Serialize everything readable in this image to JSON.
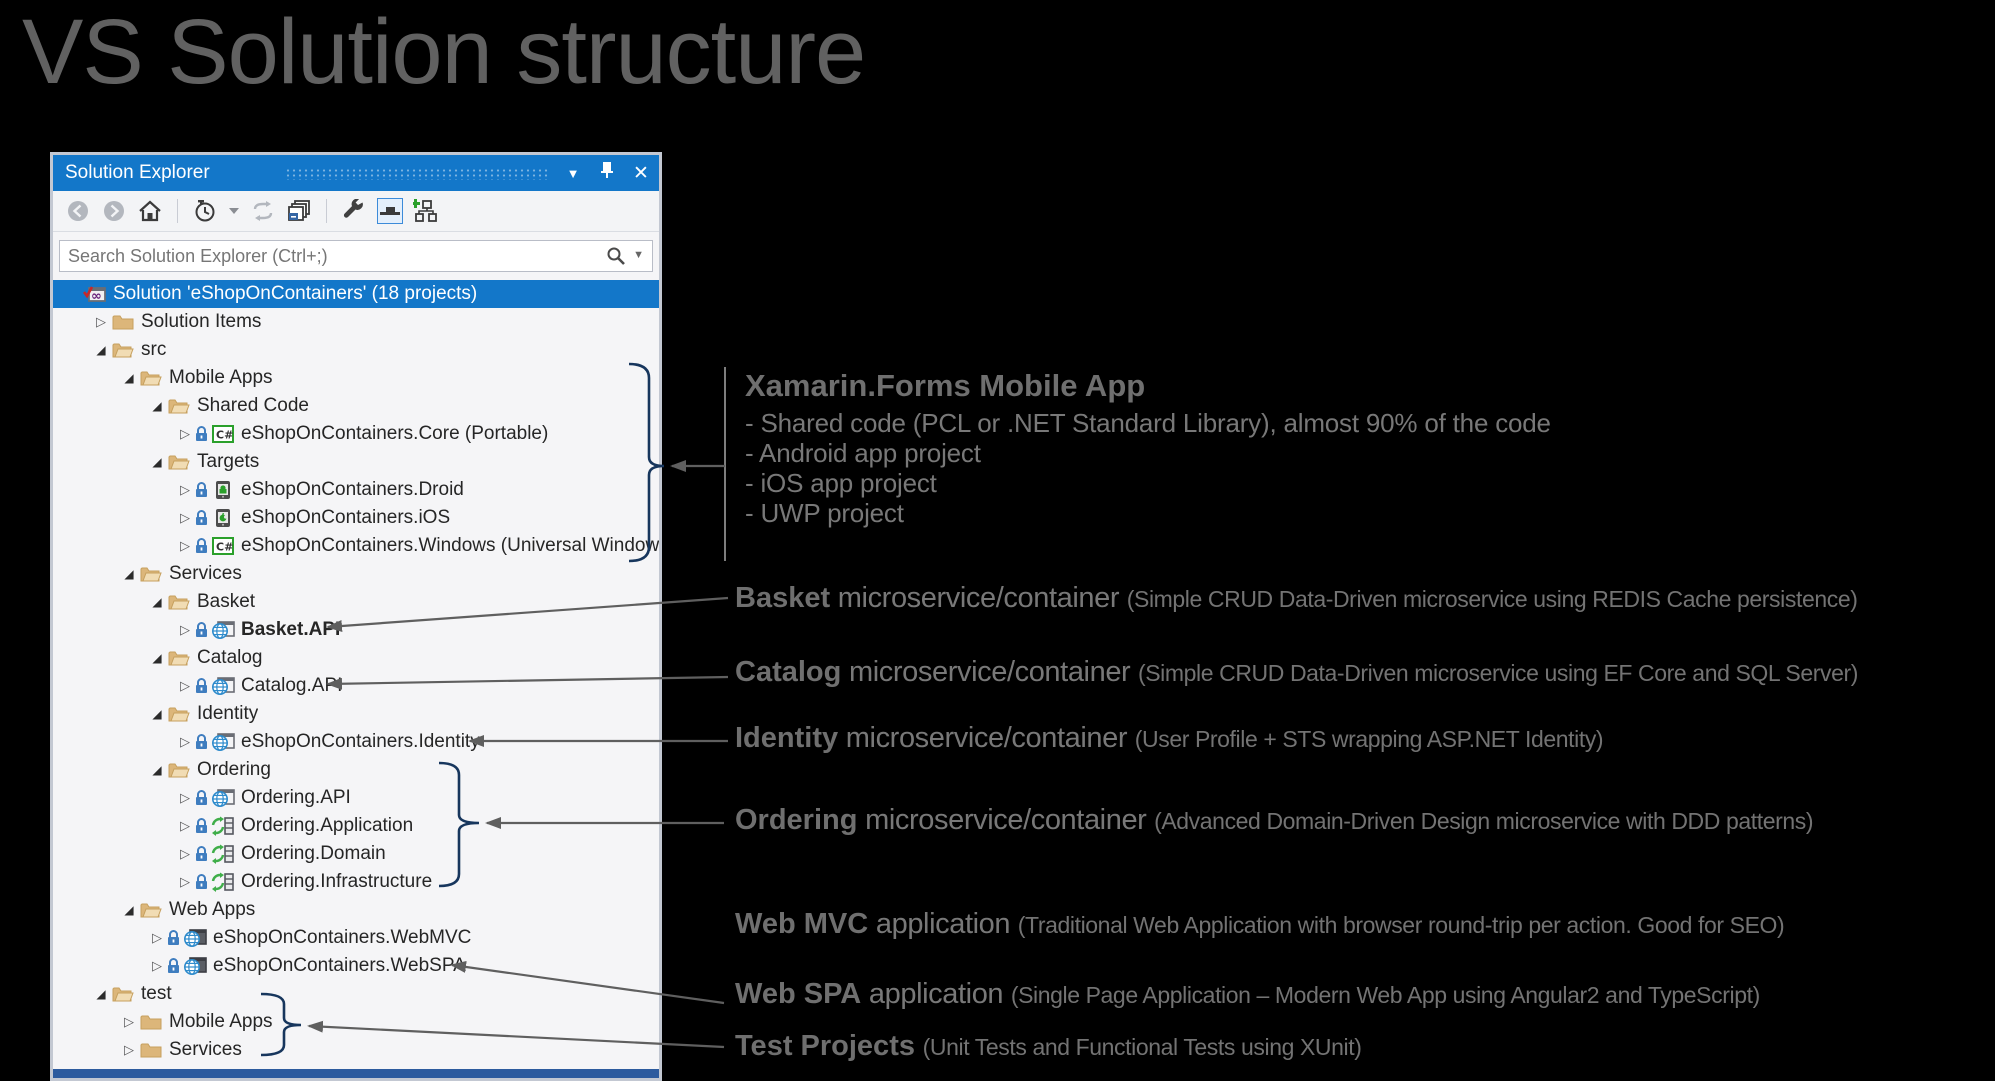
{
  "page": {
    "title": "VS Solution structure"
  },
  "panel": {
    "title": "Solution Explorer",
    "titlebar_buttons": [
      {
        "name": "window-position-caret",
        "glyph": "▼"
      },
      {
        "name": "pin",
        "glyph": "pin"
      },
      {
        "name": "close",
        "glyph": "✕"
      }
    ],
    "toolbar_icons": [
      "back-icon",
      "forward-icon",
      "home-icon",
      "separator",
      "pending-changes-clock-icon",
      "dropdown-caret-icon",
      "sync-icon",
      "collapse-all-icon",
      "separator",
      "properties-wrench-icon",
      "show-all-files-icon",
      "add-item-diagram-icon"
    ],
    "search": {
      "placeholder": "Search Solution Explorer (Ctrl+;)"
    },
    "tree": {
      "rows": [
        {
          "label": "Solution 'eShopOnContainers' (18 projects)",
          "level": 0,
          "icon": "solution",
          "expander": "none",
          "selected": true
        },
        {
          "label": "Solution Items",
          "level": 1,
          "icon": "folder-closed",
          "expander": "collapsed"
        },
        {
          "label": "src",
          "level": 1,
          "icon": "folder-open",
          "expander": "expanded"
        },
        {
          "label": "Mobile Apps",
          "level": 2,
          "icon": "folder-open",
          "expander": "expanded"
        },
        {
          "label": "Shared Code",
          "level": 3,
          "icon": "folder-open",
          "expander": "expanded"
        },
        {
          "label": "eShopOnContainers.Core (Portable)",
          "level": 4,
          "icon": "csharp-project",
          "expander": "collapsed",
          "lock": true
        },
        {
          "label": "Targets",
          "level": 3,
          "icon": "folder-open",
          "expander": "expanded"
        },
        {
          "label": "eShopOnContainers.Droid",
          "level": 4,
          "icon": "android-project",
          "expander": "collapsed",
          "lock": true
        },
        {
          "label": "eShopOnContainers.iOS",
          "level": 4,
          "icon": "ios-project",
          "expander": "collapsed",
          "lock": true
        },
        {
          "label": "eShopOnContainers.Windows (Universal Windows)",
          "level": 4,
          "icon": "csharp-project",
          "expander": "collapsed",
          "lock": true
        },
        {
          "label": "Services",
          "level": 2,
          "icon": "folder-open",
          "expander": "expanded"
        },
        {
          "label": "Basket",
          "level": 3,
          "icon": "folder-open",
          "expander": "expanded"
        },
        {
          "label": "Basket.API",
          "level": 4,
          "icon": "web-project",
          "expander": "collapsed",
          "lock": true,
          "bold": true
        },
        {
          "label": "Catalog",
          "level": 3,
          "icon": "folder-open",
          "expander": "expanded"
        },
        {
          "label": "Catalog.API",
          "level": 4,
          "icon": "web-project",
          "expander": "collapsed",
          "lock": true
        },
        {
          "label": "Identity",
          "level": 3,
          "icon": "folder-open",
          "expander": "expanded"
        },
        {
          "label": "eShopOnContainers.Identity",
          "level": 4,
          "icon": "web-project",
          "expander": "collapsed",
          "lock": true
        },
        {
          "label": "Ordering",
          "level": 3,
          "icon": "folder-open",
          "expander": "expanded"
        },
        {
          "label": "Ordering.API",
          "level": 4,
          "icon": "web-project",
          "expander": "collapsed",
          "lock": true
        },
        {
          "label": "Ordering.Application",
          "level": 4,
          "icon": "classlib-project",
          "expander": "collapsed",
          "lock": true
        },
        {
          "label": "Ordering.Domain",
          "level": 4,
          "icon": "classlib-project",
          "expander": "collapsed",
          "lock": true
        },
        {
          "label": "Ordering.Infrastructure",
          "level": 4,
          "icon": "classlib-project",
          "expander": "collapsed",
          "lock": true
        },
        {
          "label": "Web Apps",
          "level": 2,
          "icon": "folder-open",
          "expander": "expanded"
        },
        {
          "label": "eShopOnContainers.WebMVC",
          "level": 3,
          "icon": "web-project-dark",
          "expander": "collapsed",
          "lock": true
        },
        {
          "label": "eShopOnContainers.WebSPA",
          "level": 3,
          "icon": "web-project-dark",
          "expander": "collapsed",
          "lock": true
        },
        {
          "label": "test",
          "level": 1,
          "icon": "folder-open",
          "expander": "expanded"
        },
        {
          "label": "Mobile Apps",
          "level": 2,
          "icon": "folder-closed",
          "expander": "collapsed"
        },
        {
          "label": "Services",
          "level": 2,
          "icon": "folder-closed",
          "expander": "collapsed"
        }
      ]
    }
  },
  "annotations": [
    {
      "heading": "Xamarin.Forms Mobile App",
      "bullets": [
        "- Shared code (PCL or .NET Standard Library), almost 90% of the code",
        "- Android app project",
        "- iOS app project",
        "- UWP project"
      ]
    },
    {
      "bold": "Basket",
      "body": " microservice/container ",
      "paren": "(Simple CRUD Data-Driven microservice using REDIS Cache persistence)"
    },
    {
      "bold": "Catalog",
      "body": " microservice/container ",
      "paren": "(Simple CRUD Data-Driven microservice using EF Core and SQL Server)"
    },
    {
      "bold": "Identity",
      "body": " microservice/container ",
      "paren": "(User Profile + STS wrapping ASP.NET Identity)"
    },
    {
      "bold": "Ordering",
      "body": " microservice/container ",
      "paren": "(Advanced Domain-Driven Design microservice with DDD patterns)"
    },
    {
      "bold": "Web MVC",
      "body": " application ",
      "paren": "(Traditional Web Application with browser round-trip per action. Good for SEO)"
    },
    {
      "bold": "Web SPA",
      "body": " application ",
      "paren": "(Single Page Application – Modern Web App using Angular2 and TypeScript)"
    },
    {
      "bold": "Test Projects",
      "body": " ",
      "paren": "(Unit Tests and Functional Tests using XUnit)"
    }
  ],
  "colors": {
    "titlebar_blue": "#1377c9",
    "selection_blue": "#1377c9",
    "folder_tan": "#dcb67a",
    "brace_navy": "#17365d",
    "arrow_gray": "#5f5f5f",
    "annotation_gray": "#777777",
    "panel_bottom_blue": "#2d5b9e"
  }
}
